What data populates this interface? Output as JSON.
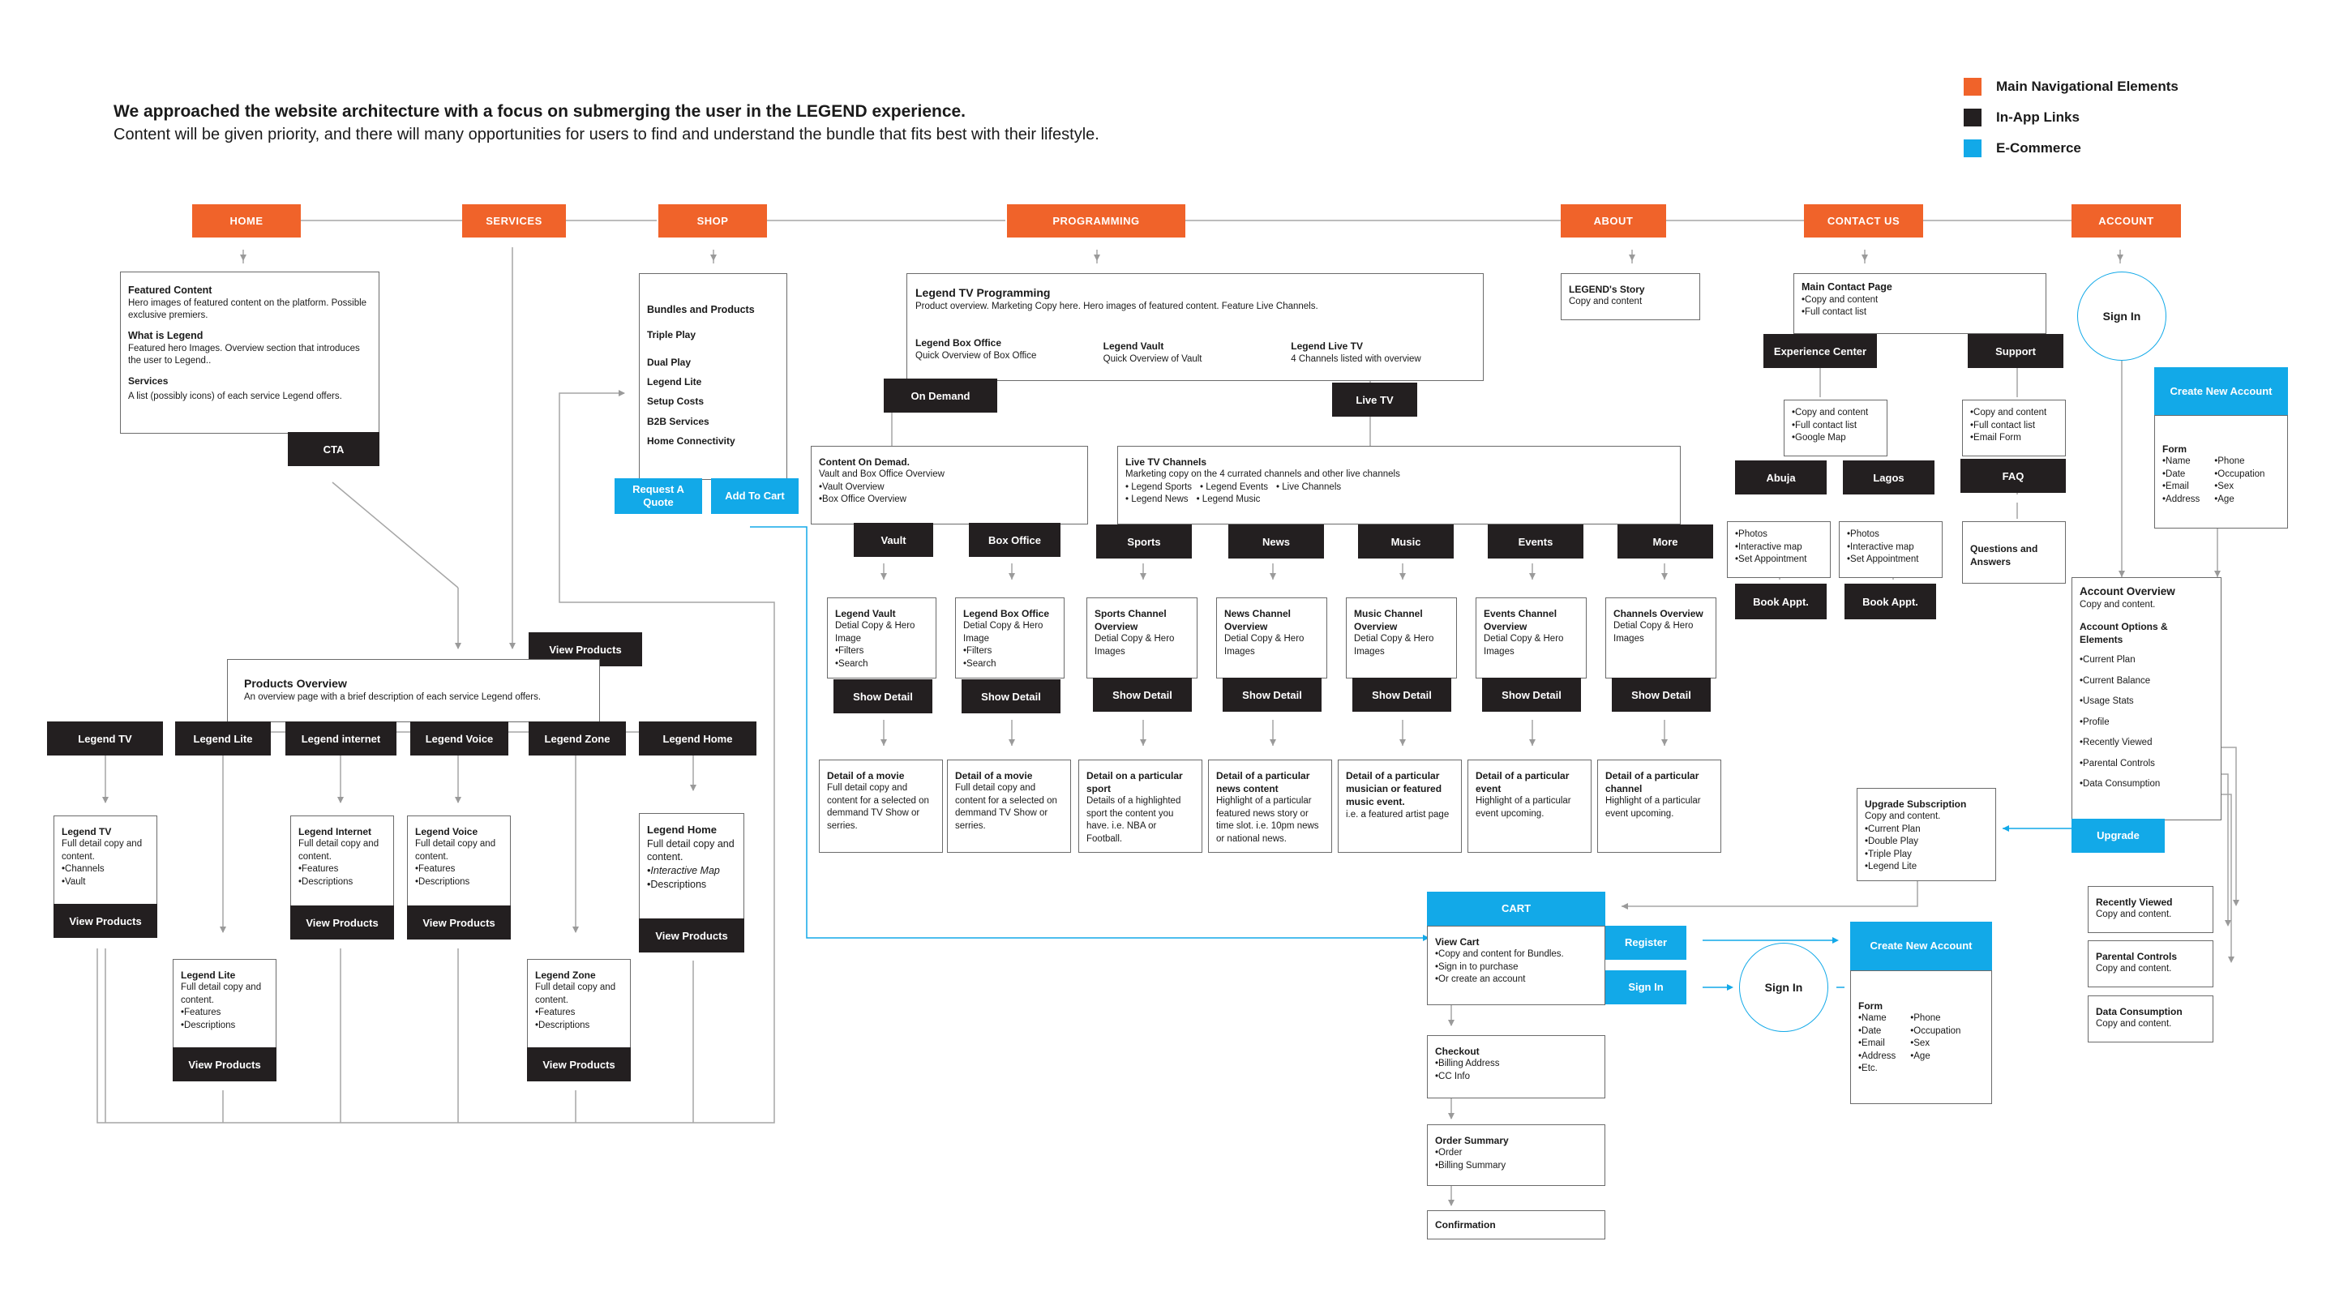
{
  "intro": {
    "title": "We approached the website architecture with a focus on submerging the user in the LEGEND experience.",
    "subtitle": "Content will be given priority, and there will many opportunities for users to find and understand the bundle that fits best with their lifestyle."
  },
  "legend": [
    {
      "label": "Main Navigational Elements",
      "color": "#f0632a"
    },
    {
      "label": "In-App Links",
      "color": "#231f20"
    },
    {
      "label": "E-Commerce",
      "color": "#12a9e8"
    }
  ],
  "nav": {
    "home": "HOME",
    "services": "SERVICES",
    "shop": "SHOP",
    "programming": "PROGRAMMING",
    "about": "ABOUT",
    "contact": "CONTACT US",
    "account": "ACCOUNT"
  },
  "home": {
    "featured_title": "Featured Content",
    "featured_text": "Hero images of featured content on the platform. Possible exclusive premiers.",
    "what_title": "What is Legend",
    "what_text": "Featured hero Images. Overview section that introduces the user to Legend..",
    "services_title": "Services",
    "services_text": "A list (possibly icons) of each service Legend offers.",
    "cta": "CTA"
  },
  "shop": {
    "title": "Bundles and Products",
    "items": [
      "Triple Play",
      "Dual Play",
      "Legend Lite",
      "Setup Costs",
      "B2B Services",
      "Home Connectivity"
    ],
    "request_quote": "Request A Quote",
    "add_to_cart": "Add To Cart"
  },
  "products": {
    "view_products_top": "View Products",
    "overview_title": "Products Overview",
    "overview_text": "An overview page with a brief description of each service Legend offers.",
    "tabs": [
      "Legend TV",
      "Legend Lite",
      "Legend internet",
      "Legend Voice",
      "Legend Zone",
      "Legend Home"
    ],
    "tv": {
      "title": "Legend TV",
      "text": "Full detail copy and content.",
      "bullets": [
        "Channels",
        "Vault"
      ],
      "button": "View Products"
    },
    "lite": {
      "title": "Legend Lite",
      "text": "Full detail copy and content.",
      "bullets": [
        "Features",
        "Descriptions"
      ],
      "button": "View Products"
    },
    "internet": {
      "title": "Legend Internet",
      "text": "Full detail copy and content.",
      "bullets": [
        "Features",
        "Descriptions"
      ],
      "button": "View Products"
    },
    "voice": {
      "title": "Legend Voice",
      "text": "Full detail copy and content.",
      "bullets": [
        "Features",
        "Descriptions"
      ],
      "button": "View Products"
    },
    "zone": {
      "title": "Legend Zone",
      "text": "Full detail copy and content.",
      "bullets": [
        "Features",
        "Descriptions"
      ],
      "button": "View Products"
    },
    "home": {
      "title": "Legend Home",
      "text": "Full detail copy and content.",
      "bullets": [
        "Interactive Map",
        "Descriptions"
      ],
      "button": "View Products"
    }
  },
  "programming": {
    "title": "Legend TV Programming",
    "text": "Product overview. Marketing Copy here. Hero images of featured content. Feature Live Channels.",
    "cols": [
      {
        "title": "Legend Box Office",
        "text": "Quick Overview of Box Office"
      },
      {
        "title": "Legend Vault",
        "text": "Quick Overview of Vault"
      },
      {
        "title": "Legend Live TV",
        "text": "4 Channels listed with overview"
      }
    ],
    "on_demand": "On Demand",
    "live_tv": "Live TV",
    "cod_title": "Content On Demad.",
    "cod_text": "Vault and Box Office Overview",
    "cod_bullets": [
      "Vault Overview",
      "Box Office Overview"
    ],
    "ltv_title": "Live TV Channels",
    "ltv_text": "Marketing copy on the 4 currated channels and other live channels",
    "ltv_bullets_a": [
      "Legend Sports",
      "Legend Events",
      "Live Channels"
    ],
    "ltv_bullets_b": [
      "Legend News",
      "Legend Music"
    ],
    "channels": [
      {
        "tab": "Vault",
        "title": "Legend Vault",
        "text": "Detial Copy & Hero Image",
        "bullets": [
          "Filters",
          "Search"
        ],
        "button": "Show Detail",
        "detail_title": "Detail of a movie",
        "detail_text": "Full detail copy and content for a selected on demmand TV Show or serries."
      },
      {
        "tab": "Box Office",
        "title": "Legend Box Office",
        "text": "Detial Copy & Hero Image",
        "bullets": [
          "Filters",
          "Search"
        ],
        "button": "Show Detail",
        "detail_title": "Detail of a movie",
        "detail_text": "Full detail copy and content for a selected on demmand TV Show or serries."
      },
      {
        "tab": "Sports",
        "title": "Sports Channel Overview",
        "text": "Detial Copy & Hero Images",
        "bullets": [],
        "button": "Show Detail",
        "detail_title": "Detail on a particular sport",
        "detail_text": "Details of a highlighted sport the content you have. i.e. NBA or Football."
      },
      {
        "tab": "News",
        "title": "News Channel Overview",
        "text": "Detial Copy & Hero Images",
        "bullets": [],
        "button": "Show Detail",
        "detail_title": "Detail of a particular news content",
        "detail_text": "Highlight of a particular featured news story or time slot. i.e. 10pm news or national news."
      },
      {
        "tab": "Music",
        "title": "Music Channel Overview",
        "text": "Detial Copy & Hero Images",
        "bullets": [],
        "button": "Show Detail",
        "detail_title": "Detail of a particular musician or featured music event.",
        "detail_text": "i.e. a featured artist page"
      },
      {
        "tab": "Events",
        "title": "Events Channel Overview",
        "text": "Detial Copy & Hero Images",
        "bullets": [],
        "button": "Show Detail",
        "detail_title": "Detail of a particular event",
        "detail_text": "Highlight of a particular event upcoming."
      },
      {
        "tab": "More",
        "title": "Channels Overview",
        "text": "Detial Copy & Hero Images",
        "bullets": [],
        "button": "Show Detail",
        "detail_title": "Detail of a particular channel",
        "detail_text": "Highlight of a particular event upcoming."
      }
    ]
  },
  "about": {
    "title": "LEGEND's Story",
    "text": "Copy and content"
  },
  "contact": {
    "main_title": "Main Contact Page",
    "main_bullets": [
      "Copy and content",
      "Full contact list"
    ],
    "experience": "Experience Center",
    "support": "Support",
    "exp_bullets": [
      "Copy and content",
      "Full contact list",
      "Google Map"
    ],
    "sup_bullets": [
      "Copy and content",
      "Full contact list",
      "Email Form"
    ],
    "abuja": "Abuja",
    "lagos": "Lagos",
    "faq": "FAQ",
    "city_bullets": [
      "Photos",
      "Interactive map",
      "Set Appointment"
    ],
    "book": "Book Appt.",
    "qa": "Questions and Answers"
  },
  "account": {
    "sign_in": "Sign In",
    "create_title": "Create New Account",
    "form_title": "Form",
    "form_col1": [
      "Name",
      "Date",
      "Email",
      "Address"
    ],
    "form_col2": [
      "Phone",
      "Occupation",
      "Sex",
      "Age"
    ],
    "overview_title": "Account Overview",
    "overview_text": "Copy and content.",
    "options_title": "Account Options & Elements",
    "options": [
      "Current Plan",
      "Current Balance",
      "Usage Stats",
      "Profile",
      "Recently Viewed",
      "Parental Controls",
      "Data Consumption"
    ],
    "upgrade": "Upgrade",
    "upgrade_title": "Upgrade Subscription",
    "upgrade_text": "Copy and content.",
    "upgrade_bullets": [
      "Current Plan",
      "Double Play",
      "Triple Play",
      "Legend Lite"
    ],
    "recent_title": "Recently Viewed",
    "recent_text": "Copy and content.",
    "parental_title": "Parental Controls",
    "parental_text": "Copy and content.",
    "data_title": "Data Consumption",
    "data_text": "Copy and content."
  },
  "cart": {
    "header": "CART",
    "view_title": "View Cart",
    "view_bullets": [
      "Copy and content for Bundles.",
      "Sign in to purchase",
      "Or create an account"
    ],
    "register": "Register",
    "sign_in_btn": "Sign In",
    "sign_in_circle": "Sign In",
    "create_title": "Create New Account",
    "form_title": "Form",
    "form_col1": [
      "Name",
      "Date",
      "Email",
      "Address",
      "Etc."
    ],
    "form_col2": [
      "Phone",
      "Occupation",
      "Sex",
      "Age"
    ],
    "checkout_title": "Checkout",
    "checkout_bullets": [
      "Billing Address",
      "CC Info"
    ],
    "order_title": "Order Summary",
    "order_bullets": [
      "Order",
      "Billing Summary"
    ],
    "confirmation": "Confirmation"
  }
}
